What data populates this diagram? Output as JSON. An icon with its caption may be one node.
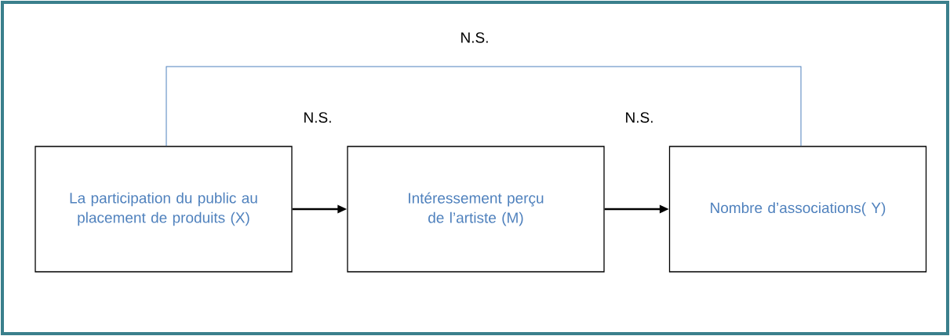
{
  "diagram": {
    "nodes": [
      {
        "text": [
          "La participation du public au placement de produits (X)"
        ]
      },
      {
        "text": [
          "Intéressement perçu de l’artiste (M)"
        ]
      },
      {
        "text": [
          "Nombre d’associations( Y)"
        ]
      }
    ],
    "edges": [
      {
        "from": 0,
        "to": 1,
        "arrow": "to"
      },
      {
        "from": 1,
        "to": 2,
        "arrow": "to"
      },
      {
        "from": 0,
        "to": 2,
        "arrow": "none",
        "label": "N.S.",
        "color": "#4f81bd"
      }
    ],
    "labels": [
      "N.S.",
      "N.S."
    ]
  }
}
